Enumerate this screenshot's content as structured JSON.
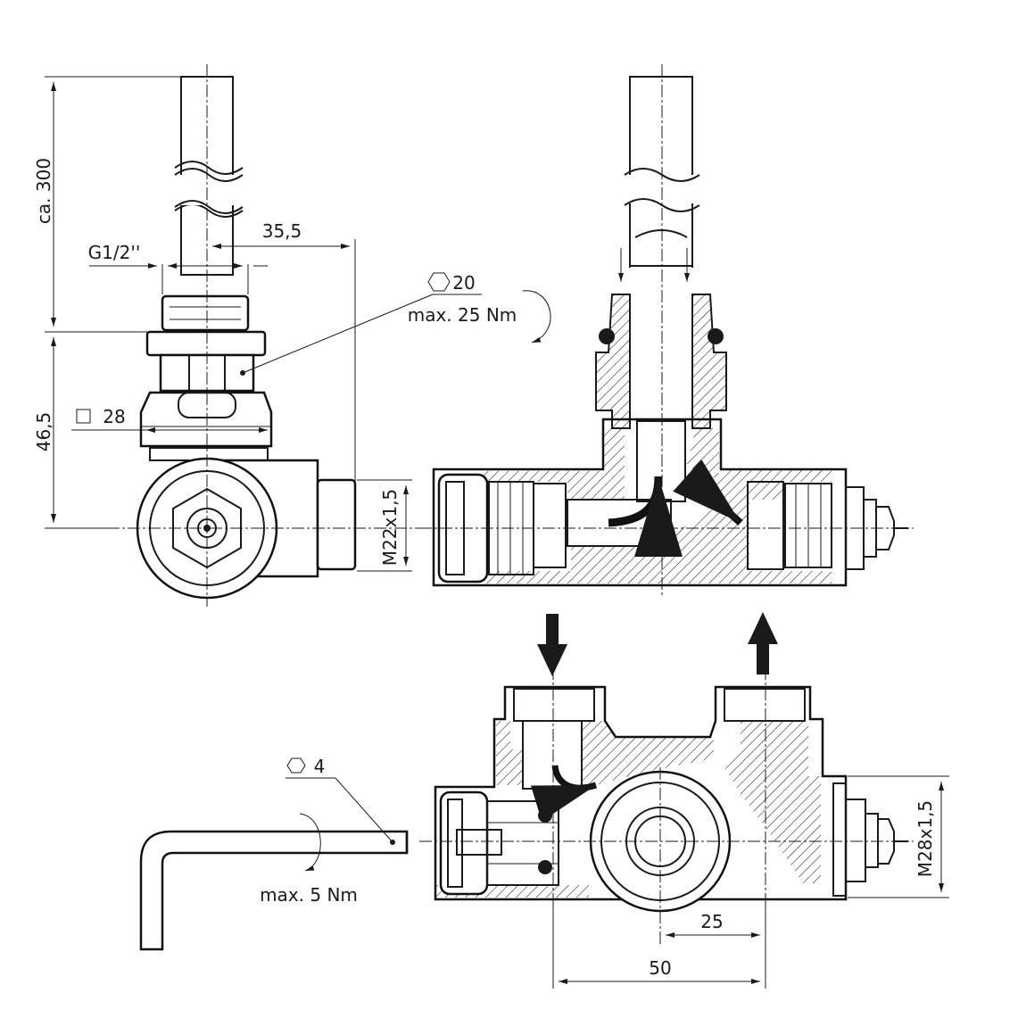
{
  "dimensions": {
    "length_ca": "ca. 300",
    "offset": "35,5",
    "thread_top": "G1/2''",
    "height": "46,5",
    "square": "28",
    "thread_side": "M22x1,5",
    "thread_right": "M28x1,5",
    "spacing_small": "25",
    "spacing_large": "50"
  },
  "torque_notes": {
    "hex_20_size": "20",
    "hex_20_torque": "max. 25 Nm",
    "hex_4_size": "4",
    "hex_4_torque": "max. 5 Nm"
  }
}
